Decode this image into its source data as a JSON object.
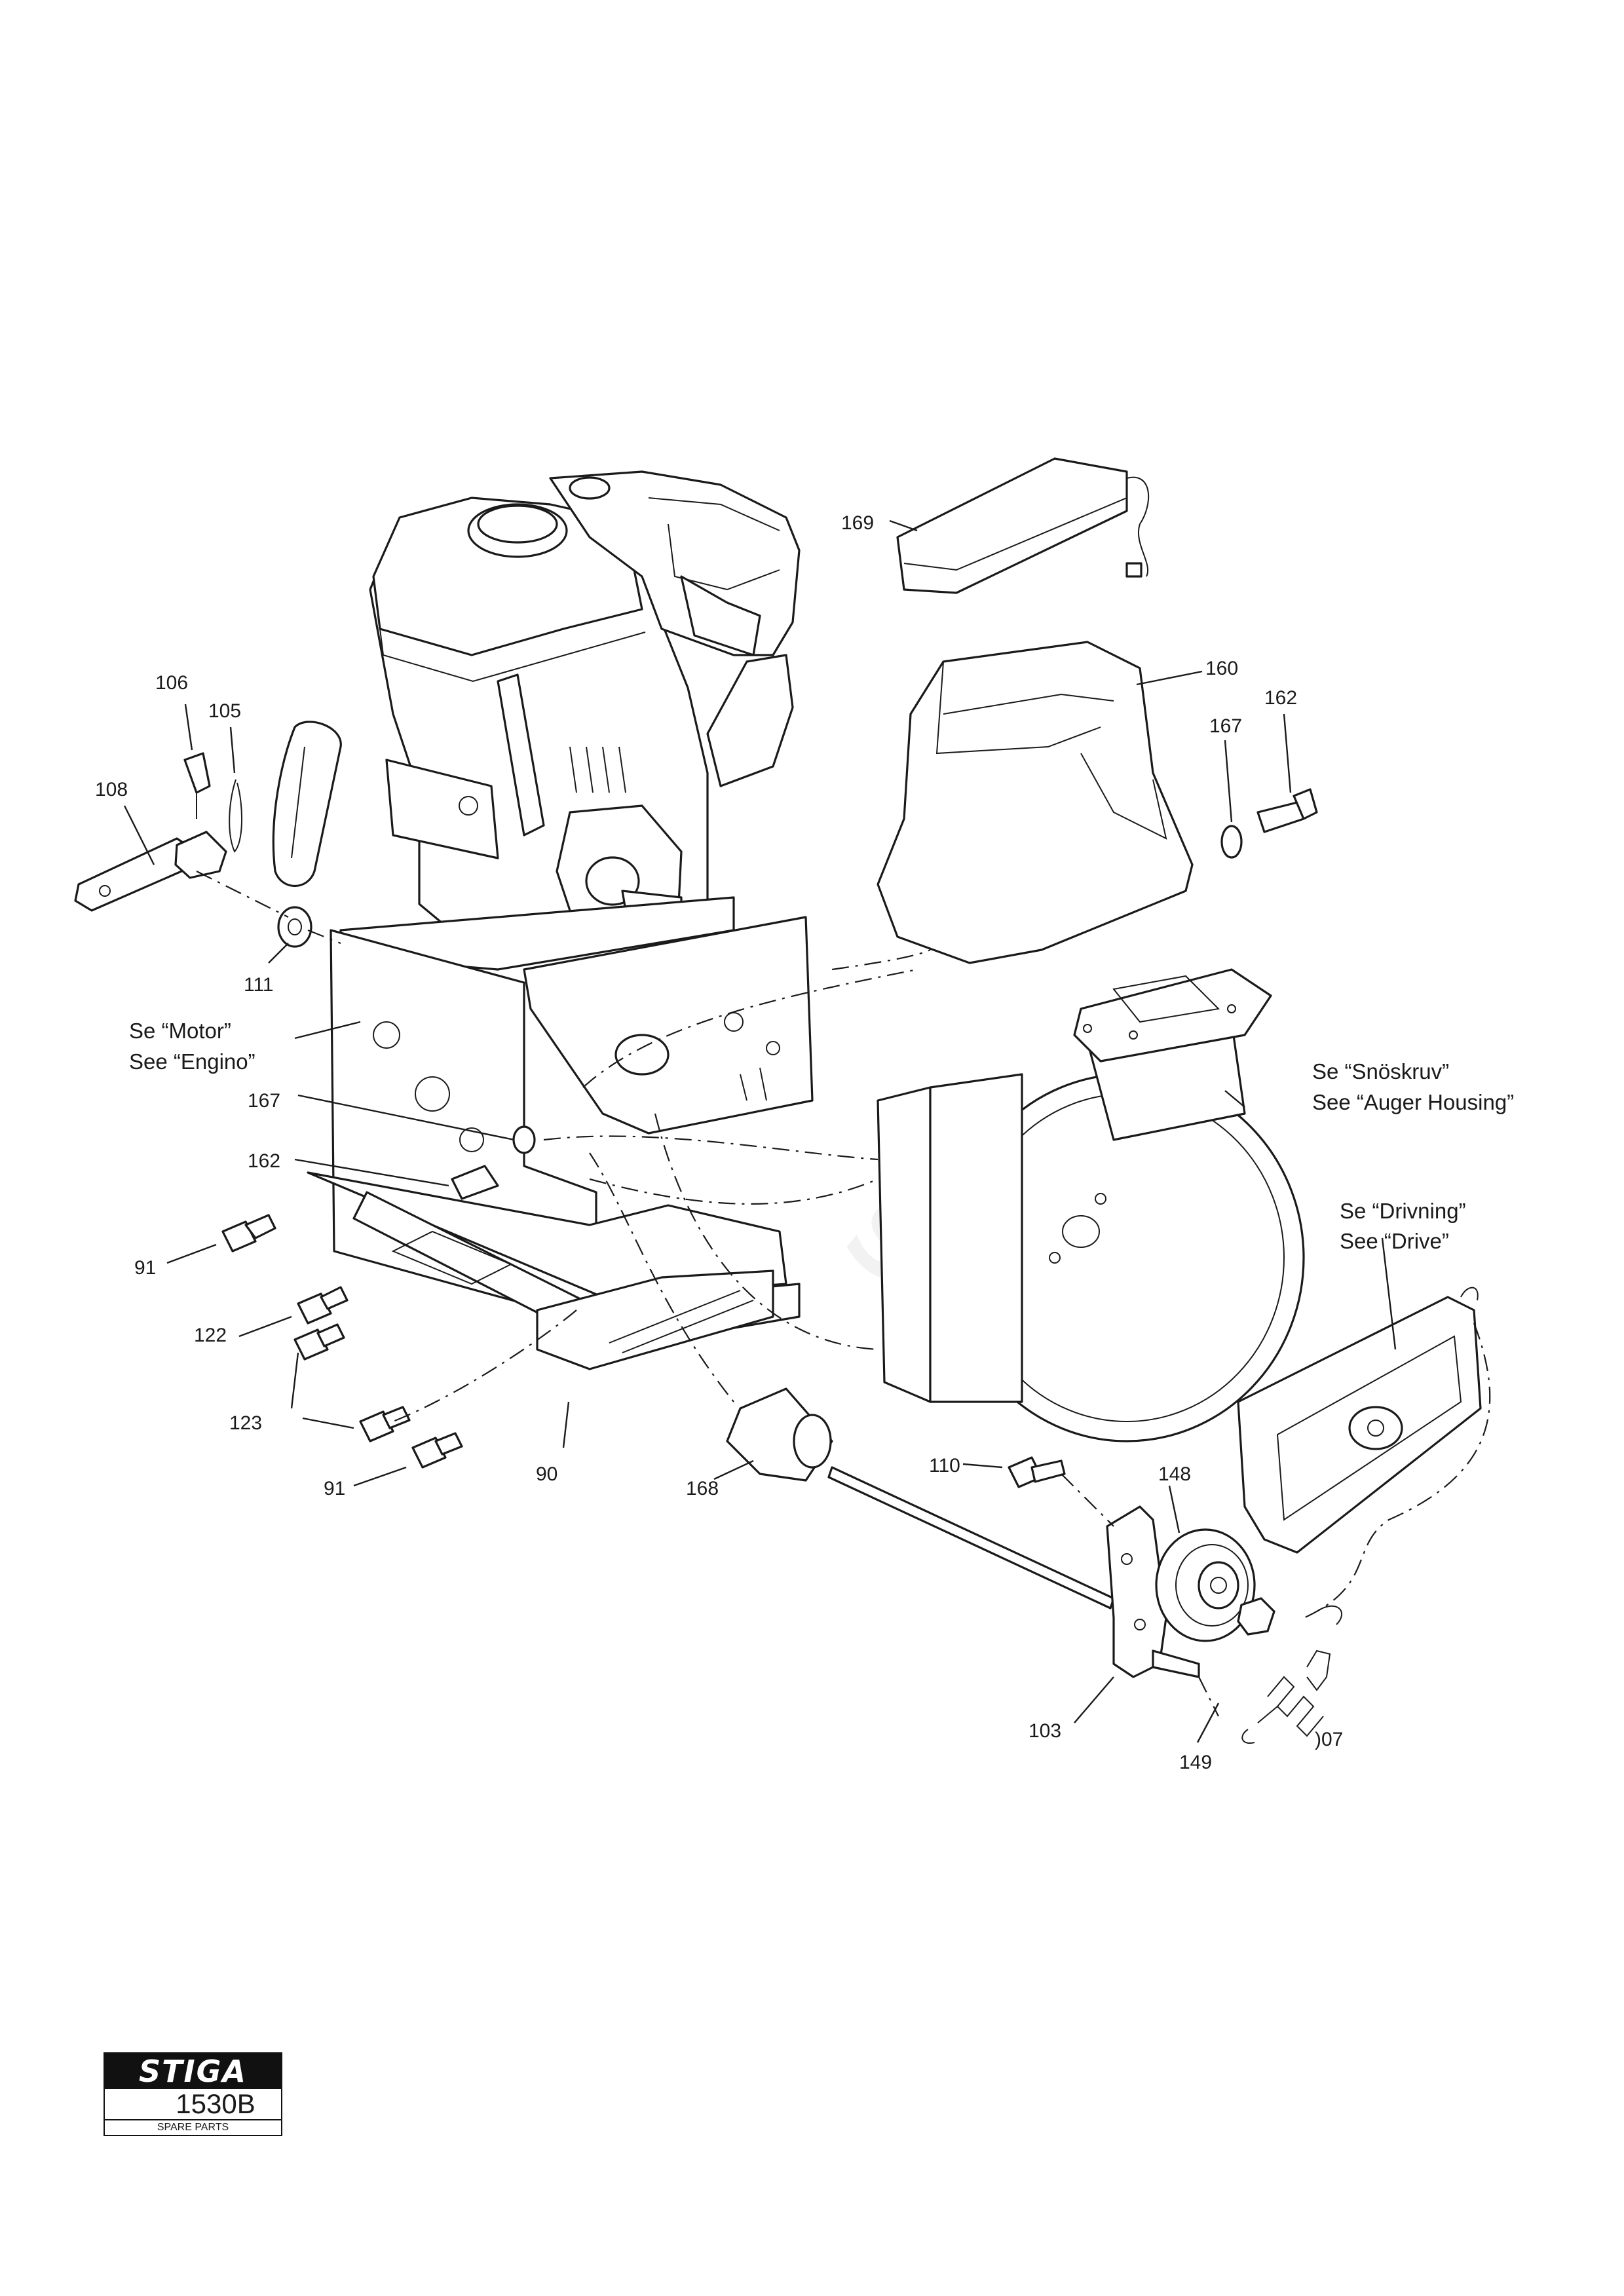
{
  "diagram": {
    "part_numbers": {
      "p169": "169",
      "p160": "160",
      "p162a": "162",
      "p167a": "167",
      "p106": "106",
      "p105": "105",
      "p108": "108",
      "p111": "111",
      "p167b": "167",
      "p162b": "162",
      "p91a": "91",
      "p122": "122",
      "p123": "123",
      "p91b": "91",
      "p90": "90",
      "p168": "168",
      "p110": "110",
      "p148": "148",
      "p103": "103",
      "p149": "149",
      "p107": ")07"
    },
    "references": {
      "engine_se": "Se “Motor”",
      "engine_en": "See “Engino”",
      "auger_se": "Se “Snöskruv”",
      "auger_en": "See “Auger Housing”",
      "drive_se": "Se “Drivning”",
      "drive_en": "See “Drive”"
    }
  },
  "brand": {
    "logo": "STIGA",
    "model": "1530B",
    "subtitle": "SPARE PARTS"
  }
}
